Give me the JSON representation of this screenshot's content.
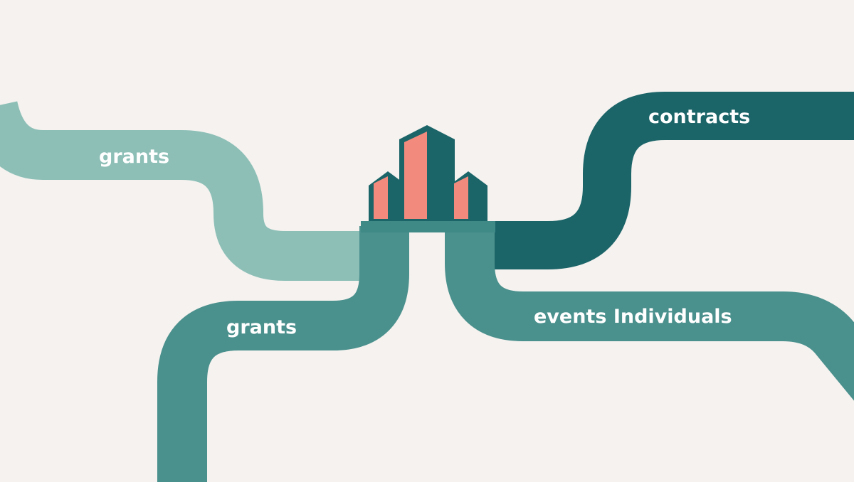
{
  "labels": {
    "grants_upper": "grants",
    "grants_lower": "grants",
    "contracts": "contracts",
    "events_individuals": "events Individuals"
  },
  "colors": {
    "background": "#f5f2ef",
    "stream_light": "#8dbfb7",
    "stream_mid": "#4a908d",
    "stream_dark": "#1b6468",
    "building_accent": "#f28b7d",
    "building_outline": "#1b6468",
    "label_text": "#ffffff"
  }
}
